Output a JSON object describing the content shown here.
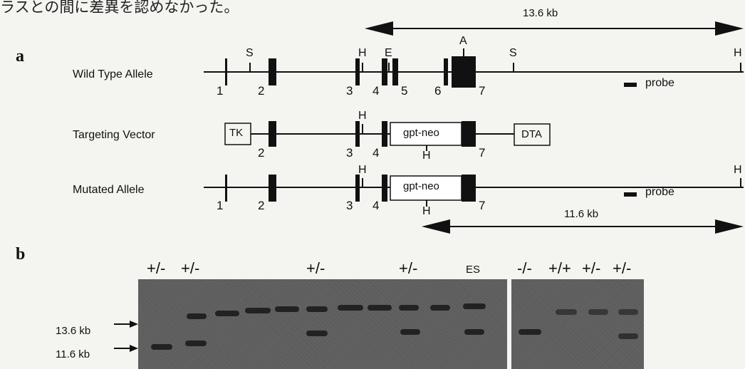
{
  "header_text": "ラスとの間に差異を認めなかった。",
  "panel_a": {
    "letter": "a",
    "rows": {
      "wild_type": "Wild Type Allele",
      "targeting": "Targeting Vector",
      "mutated": "Mutated Allele"
    },
    "wild_type_top_distance": "13.6 kb",
    "mutated_bottom_distance": "11.6 kb",
    "probe_label": "probe",
    "sites": {
      "S": "S",
      "H": "H",
      "E": "E",
      "A": "A"
    },
    "exons": [
      "1",
      "2",
      "3",
      "4",
      "5",
      "6",
      "7"
    ],
    "boxes": {
      "tk": "TK",
      "gpt_neo": "gpt-neo",
      "dta": "DTA"
    }
  },
  "panel_b": {
    "letter": "b",
    "genotypes_left": [
      "+/-",
      "+/-",
      "+/-",
      "+/-",
      "ES"
    ],
    "genotypes_right": [
      "-/-",
      "+/+",
      "+/-",
      "+/-"
    ],
    "size_markers": [
      "13.6 kb",
      "11.6 kb"
    ]
  }
}
